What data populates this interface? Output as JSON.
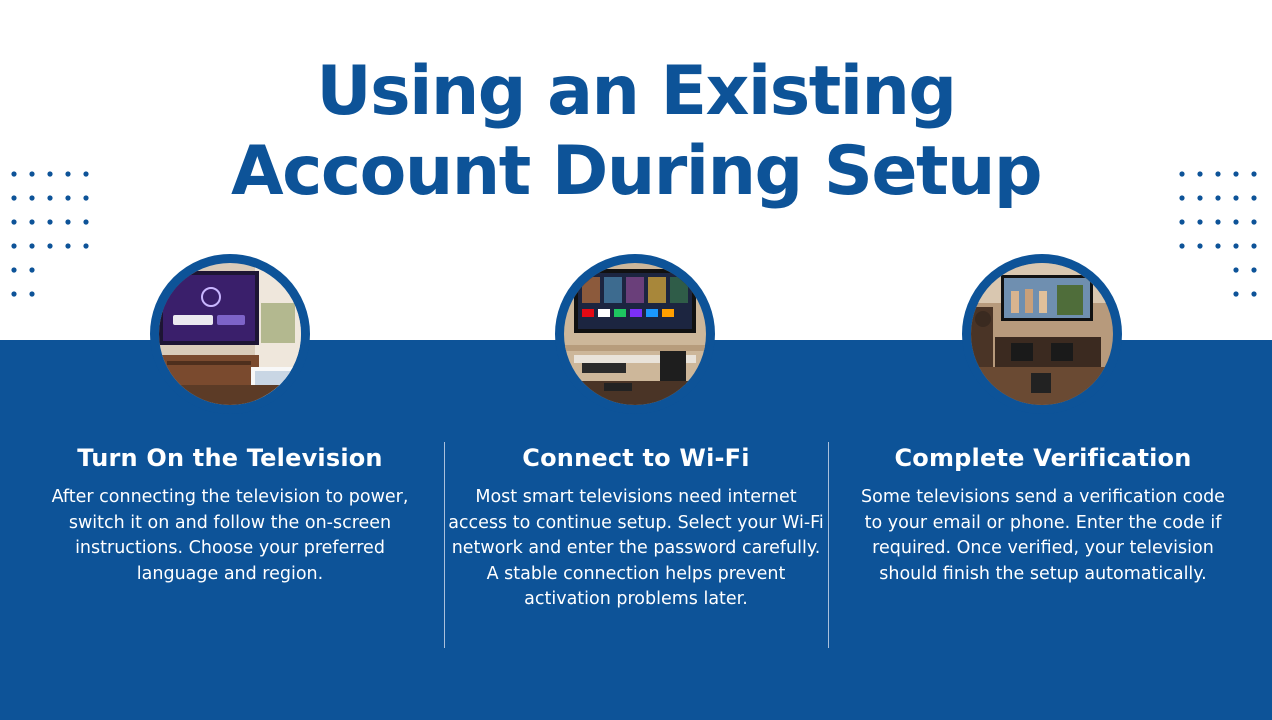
{
  "title": {
    "line1": "Using an Existing",
    "line2": "Account During Setup"
  },
  "colors": {
    "brand_blue": "#0d5398",
    "background": "#ffffff",
    "text_on_blue": "#ffffff"
  },
  "steps": [
    {
      "heading": "Turn On the Television",
      "body": "After connecting the television to power, switch it on and follow the on-screen instructions. Choose your preferred language and region.",
      "photo": "tv-setup-connected-screen-photo"
    },
    {
      "heading": "Connect to Wi-Fi",
      "body": "Most smart televisions need internet access to continue setup. Select your Wi-Fi network and enter the password carefully. A stable connection helps prevent activation problems later.",
      "photo": "smart-tv-app-home-screen-photo"
    },
    {
      "heading": "Complete Verification",
      "body": "Some televisions send a verification code to your email or phone. Enter the code if required. Once verified, your television should finish the setup automatically.",
      "photo": "living-room-tv-verification-photo"
    }
  ]
}
